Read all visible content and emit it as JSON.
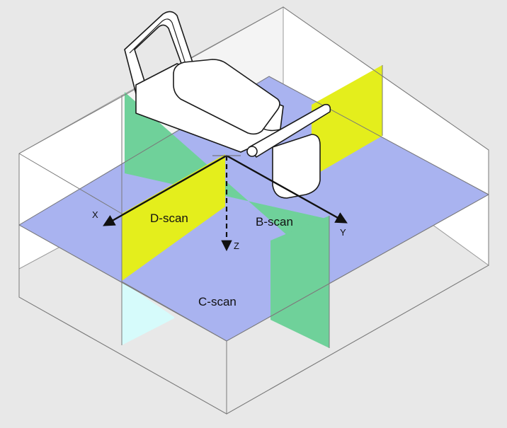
{
  "labels": {
    "d_scan": "D-scan",
    "b_scan": "B-scan",
    "c_scan": "C-scan"
  },
  "axes": {
    "x": "X",
    "y": "Y",
    "z": "Z"
  },
  "colors": {
    "background": "#e8e8e8",
    "c_scan_plane": "#a9b3f0",
    "b_scan_plane": "#6fd19a",
    "d_scan_plane": "#e4ee1c",
    "light_cyan_face": "#d6fbfb",
    "box_face": "#ffffff"
  }
}
